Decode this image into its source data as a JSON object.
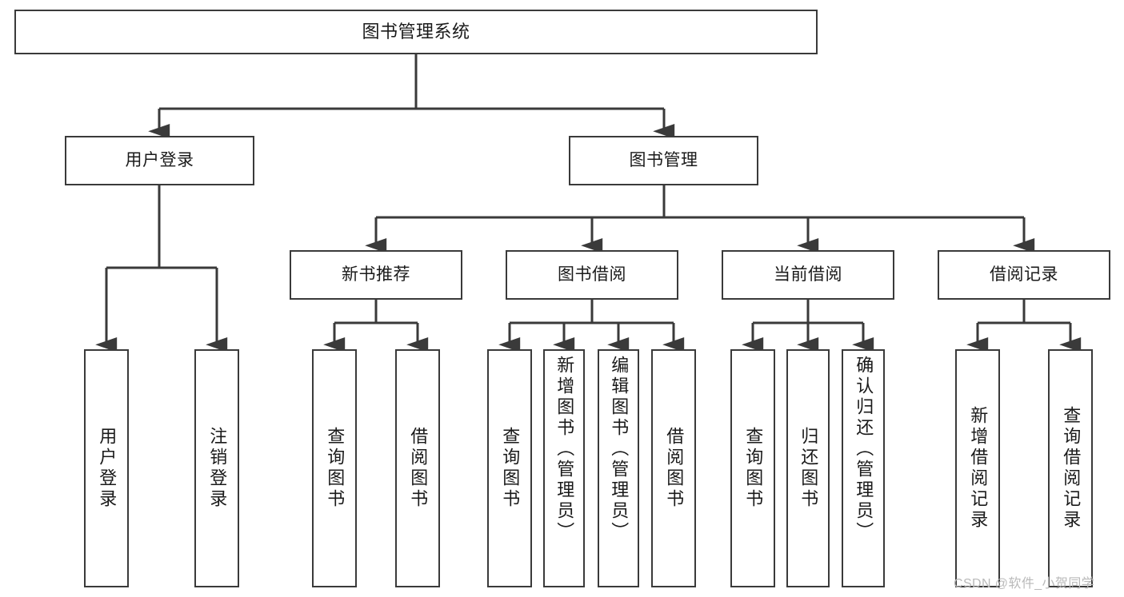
{
  "diagram": {
    "title": "图书管理系统",
    "type": "functional-structure-tree",
    "stroke_color": "#3a3a3a",
    "background_color": "#ffffff",
    "text_color": "#1a1a1a"
  },
  "nodes": {
    "root": {
      "label": "图书管理系统"
    },
    "level1": [
      {
        "id": "user-login",
        "label": "用户登录"
      },
      {
        "id": "book-manage",
        "label": "图书管理"
      }
    ],
    "level2": [
      {
        "id": "new-book-recommend",
        "label": "新书推荐"
      },
      {
        "id": "book-borrow",
        "label": "图书借阅"
      },
      {
        "id": "current-borrow",
        "label": "当前借阅"
      },
      {
        "id": "borrow-record",
        "label": "借阅记录"
      }
    ],
    "leaves": [
      {
        "id": "leaf-user-login",
        "label": "用户登录"
      },
      {
        "id": "leaf-logout-login",
        "label": "注销登录"
      },
      {
        "id": "leaf-query-book-rec",
        "label": "查询图书"
      },
      {
        "id": "leaf-borrow-book-rec",
        "label": "借阅图书"
      },
      {
        "id": "leaf-query-book-borrow",
        "label": "查询图书"
      },
      {
        "id": "leaf-add-book-admin",
        "label": "新增图书（管理员）"
      },
      {
        "id": "leaf-edit-book-admin",
        "label": "编辑图书（管理员）"
      },
      {
        "id": "leaf-borrow-book",
        "label": "借阅图书"
      },
      {
        "id": "leaf-query-book-current",
        "label": "查询图书"
      },
      {
        "id": "leaf-return-book",
        "label": "归还图书"
      },
      {
        "id": "leaf-confirm-return-admin",
        "label": "确认归还（管理员）"
      },
      {
        "id": "leaf-add-borrow-record",
        "label": "新增借阅记录"
      },
      {
        "id": "leaf-query-borrow-record",
        "label": "查询借阅记录"
      }
    ]
  },
  "watermark": {
    "text": "CSDN @软件_小贺同学"
  }
}
